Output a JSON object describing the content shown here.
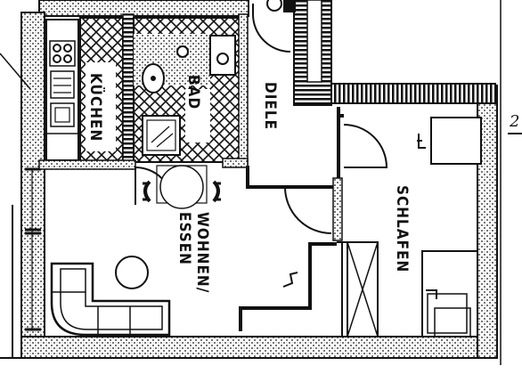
{
  "plan": {
    "rooms": {
      "kitchen": "KÜCHEN",
      "bath": "BAD",
      "hall": "DIELE",
      "living": "WOHNEN/",
      "dining": "ESSEN",
      "bedroom": "SCHLAFEN"
    },
    "margin_mark": "2"
  },
  "colors": {
    "ink": "#111111",
    "paper": "#ffffff"
  }
}
